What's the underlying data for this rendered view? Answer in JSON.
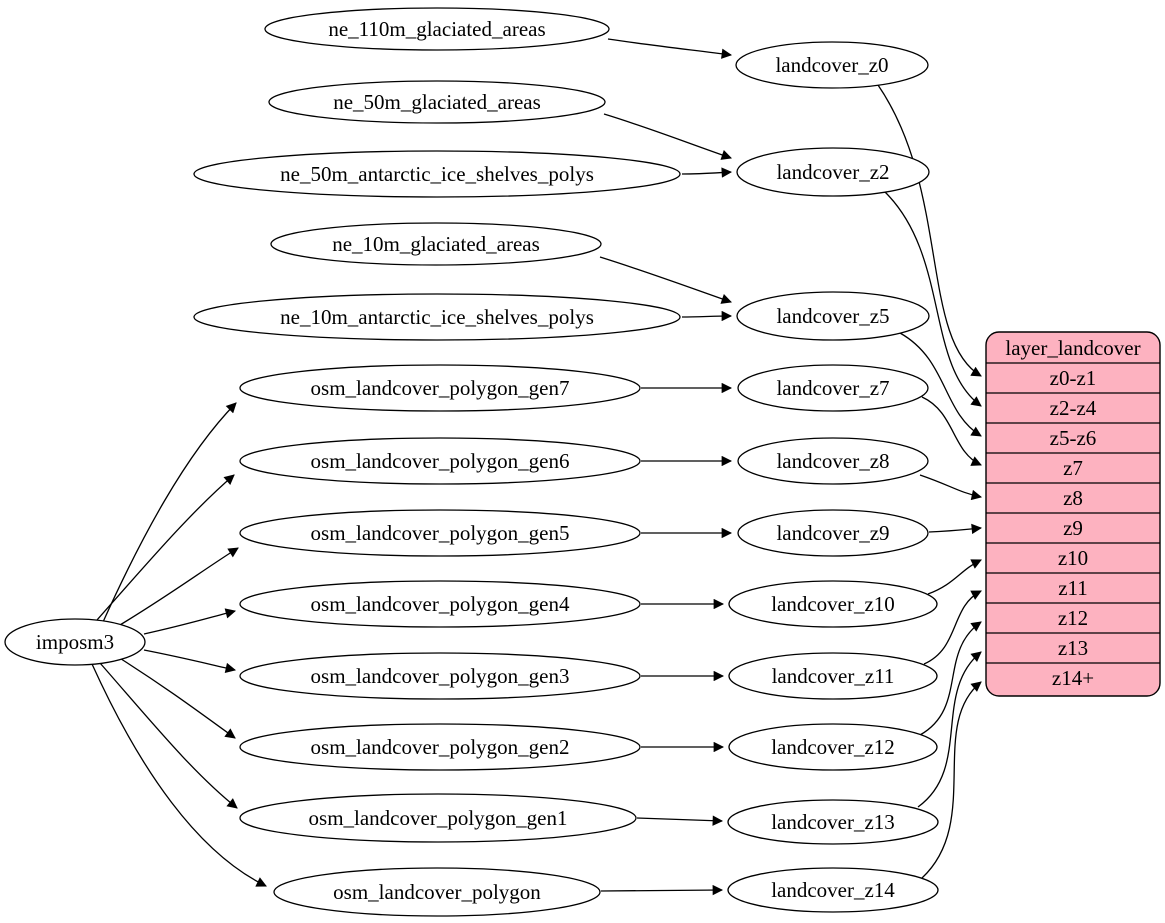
{
  "diagram": {
    "nodes": {
      "imposm3": {
        "label": "imposm3"
      },
      "ne_110m_glaciated_areas": {
        "label": "ne_110m_glaciated_areas"
      },
      "ne_50m_glaciated_areas": {
        "label": "ne_50m_glaciated_areas"
      },
      "ne_50m_antarctic_ice_shelves_polys": {
        "label": "ne_50m_antarctic_ice_shelves_polys"
      },
      "ne_10m_glaciated_areas": {
        "label": "ne_10m_glaciated_areas"
      },
      "ne_10m_antarctic_ice_shelves_polys": {
        "label": "ne_10m_antarctic_ice_shelves_polys"
      },
      "osm_landcover_polygon_gen7": {
        "label": "osm_landcover_polygon_gen7"
      },
      "osm_landcover_polygon_gen6": {
        "label": "osm_landcover_polygon_gen6"
      },
      "osm_landcover_polygon_gen5": {
        "label": "osm_landcover_polygon_gen5"
      },
      "osm_landcover_polygon_gen4": {
        "label": "osm_landcover_polygon_gen4"
      },
      "osm_landcover_polygon_gen3": {
        "label": "osm_landcover_polygon_gen3"
      },
      "osm_landcover_polygon_gen2": {
        "label": "osm_landcover_polygon_gen2"
      },
      "osm_landcover_polygon_gen1": {
        "label": "osm_landcover_polygon_gen1"
      },
      "osm_landcover_polygon": {
        "label": "osm_landcover_polygon"
      },
      "landcover_z0": {
        "label": "landcover_z0"
      },
      "landcover_z2": {
        "label": "landcover_z2"
      },
      "landcover_z5": {
        "label": "landcover_z5"
      },
      "landcover_z7": {
        "label": "landcover_z7"
      },
      "landcover_z8": {
        "label": "landcover_z8"
      },
      "landcover_z9": {
        "label": "landcover_z9"
      },
      "landcover_z10": {
        "label": "landcover_z10"
      },
      "landcover_z11": {
        "label": "landcover_z11"
      },
      "landcover_z12": {
        "label": "landcover_z12"
      },
      "landcover_z13": {
        "label": "landcover_z13"
      },
      "landcover_z14": {
        "label": "landcover_z14"
      }
    },
    "table": {
      "title": "layer_landcover",
      "rows": [
        "z0-z1",
        "z2-z4",
        "z5-z6",
        "z7",
        "z8",
        "z9",
        "z10",
        "z11",
        "z12",
        "z13",
        "z14+"
      ]
    },
    "edges": [
      {
        "from": "ne_110m_glaciated_areas",
        "to": "landcover_z0"
      },
      {
        "from": "ne_50m_glaciated_areas",
        "to": "landcover_z2"
      },
      {
        "from": "ne_50m_antarctic_ice_shelves_polys",
        "to": "landcover_z2"
      },
      {
        "from": "ne_10m_glaciated_areas",
        "to": "landcover_z5"
      },
      {
        "from": "ne_10m_antarctic_ice_shelves_polys",
        "to": "landcover_z5"
      },
      {
        "from": "osm_landcover_polygon_gen7",
        "to": "landcover_z7"
      },
      {
        "from": "osm_landcover_polygon_gen6",
        "to": "landcover_z8"
      },
      {
        "from": "osm_landcover_polygon_gen5",
        "to": "landcover_z9"
      },
      {
        "from": "osm_landcover_polygon_gen4",
        "to": "landcover_z10"
      },
      {
        "from": "osm_landcover_polygon_gen3",
        "to": "landcover_z11"
      },
      {
        "from": "osm_landcover_polygon_gen2",
        "to": "landcover_z12"
      },
      {
        "from": "osm_landcover_polygon_gen1",
        "to": "landcover_z13"
      },
      {
        "from": "osm_landcover_polygon",
        "to": "landcover_z14"
      },
      {
        "from": "imposm3",
        "to": "osm_landcover_polygon_gen7"
      },
      {
        "from": "imposm3",
        "to": "osm_landcover_polygon_gen6"
      },
      {
        "from": "imposm3",
        "to": "osm_landcover_polygon_gen5"
      },
      {
        "from": "imposm3",
        "to": "osm_landcover_polygon_gen4"
      },
      {
        "from": "imposm3",
        "to": "osm_landcover_polygon_gen3"
      },
      {
        "from": "imposm3",
        "to": "osm_landcover_polygon_gen2"
      },
      {
        "from": "imposm3",
        "to": "osm_landcover_polygon_gen1"
      },
      {
        "from": "imposm3",
        "to": "osm_landcover_polygon"
      },
      {
        "from": "landcover_z0",
        "to": "layer_landcover.z0-z1"
      },
      {
        "from": "landcover_z2",
        "to": "layer_landcover.z2-z4"
      },
      {
        "from": "landcover_z5",
        "to": "layer_landcover.z5-z6"
      },
      {
        "from": "landcover_z7",
        "to": "layer_landcover.z7"
      },
      {
        "from": "landcover_z8",
        "to": "layer_landcover.z8"
      },
      {
        "from": "landcover_z9",
        "to": "layer_landcover.z9"
      },
      {
        "from": "landcover_z10",
        "to": "layer_landcover.z10"
      },
      {
        "from": "landcover_z11",
        "to": "layer_landcover.z11"
      },
      {
        "from": "landcover_z12",
        "to": "layer_landcover.z12"
      },
      {
        "from": "landcover_z13",
        "to": "layer_landcover.z13"
      },
      {
        "from": "landcover_z14",
        "to": "layer_landcover.z14+"
      }
    ],
    "colors": {
      "table_fill": "#fdb2c0",
      "node_fill": "#ffffff",
      "stroke": "#000000",
      "background": "#ffffff"
    }
  }
}
